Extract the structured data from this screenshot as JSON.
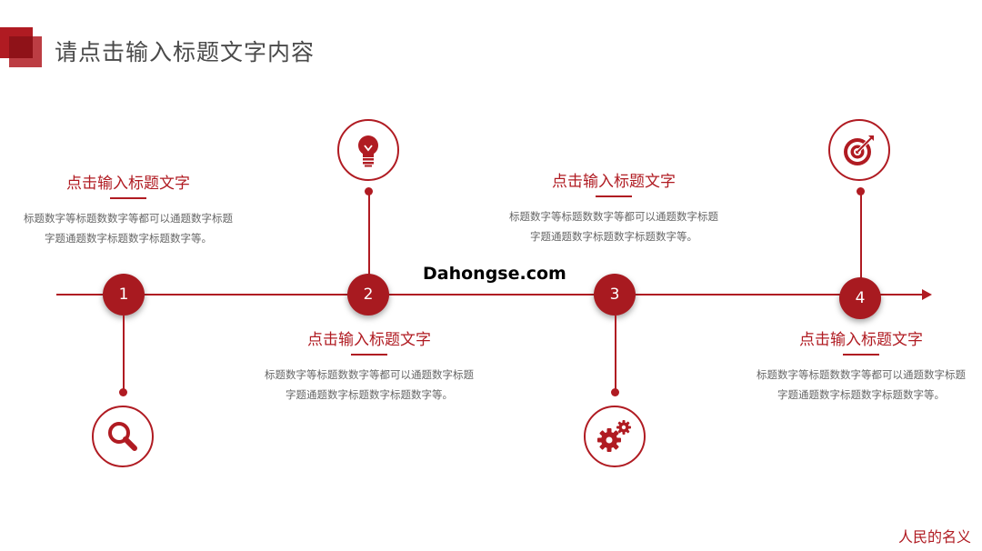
{
  "header": {
    "title": "请点击输入标题文字内容"
  },
  "colors": {
    "accent": "#b01b22",
    "node": "#a81a20",
    "text": "#666666"
  },
  "steps": [
    {
      "number": "1",
      "icon": "search-icon",
      "title": "点击输入标题文字",
      "text": "标题数字等标题数数字等都可以通题数字标题字题通题数字标题数字标题数字等。"
    },
    {
      "number": "2",
      "icon": "lightbulb-icon",
      "title": "点击输入标题文字",
      "text": "标题数字等标题数数字等都可以通题数字标题字题通题数字标题数字标题数字等。"
    },
    {
      "number": "3",
      "icon": "gears-icon",
      "title": "点击输入标题文字",
      "text": "标题数字等标题数数字等都可以通题数字标题字题通题数字标题数字标题数字等。"
    },
    {
      "number": "4",
      "icon": "target-icon",
      "title": "点击输入标题文字",
      "text": "标题数字等标题数数字等都可以通题数字标题字题通题数字标题数字标题数字等。"
    }
  ],
  "watermark": "Dahongse.com",
  "footer": {
    "text": "人民的名义"
  }
}
